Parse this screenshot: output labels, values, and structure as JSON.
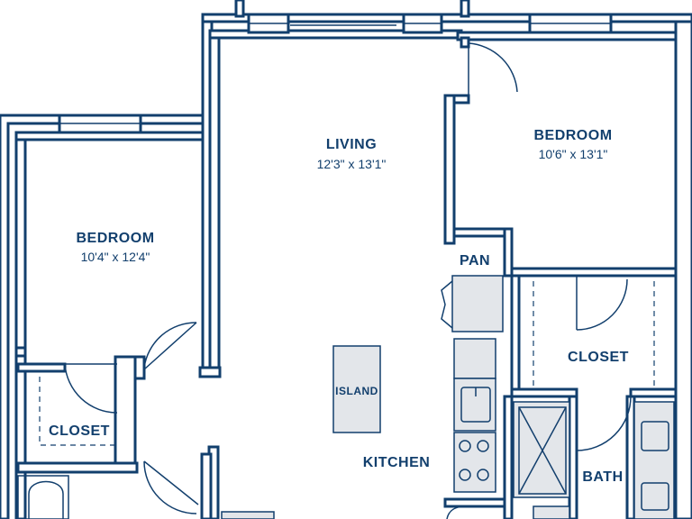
{
  "rooms": {
    "living": {
      "name": "LIVING",
      "dims": "12'3\" x 13'1\""
    },
    "bedroom_right": {
      "name": "BEDROOM",
      "dims": "10'6\" x 13'1\""
    },
    "bedroom_left": {
      "name": "BEDROOM",
      "dims": "10'4\" x 12'4\""
    },
    "pantry": {
      "name": "PAN"
    },
    "closet_right": {
      "name": "CLOSET"
    },
    "closet_left": {
      "name": "CLOSET"
    },
    "island": {
      "name": "ISLAND"
    },
    "kitchen": {
      "name": "KITCHEN"
    },
    "bath": {
      "name": "BATH"
    }
  },
  "colors": {
    "wall": "#123f6d",
    "fixture": "#e3e6ea",
    "background": "#ffffff"
  }
}
